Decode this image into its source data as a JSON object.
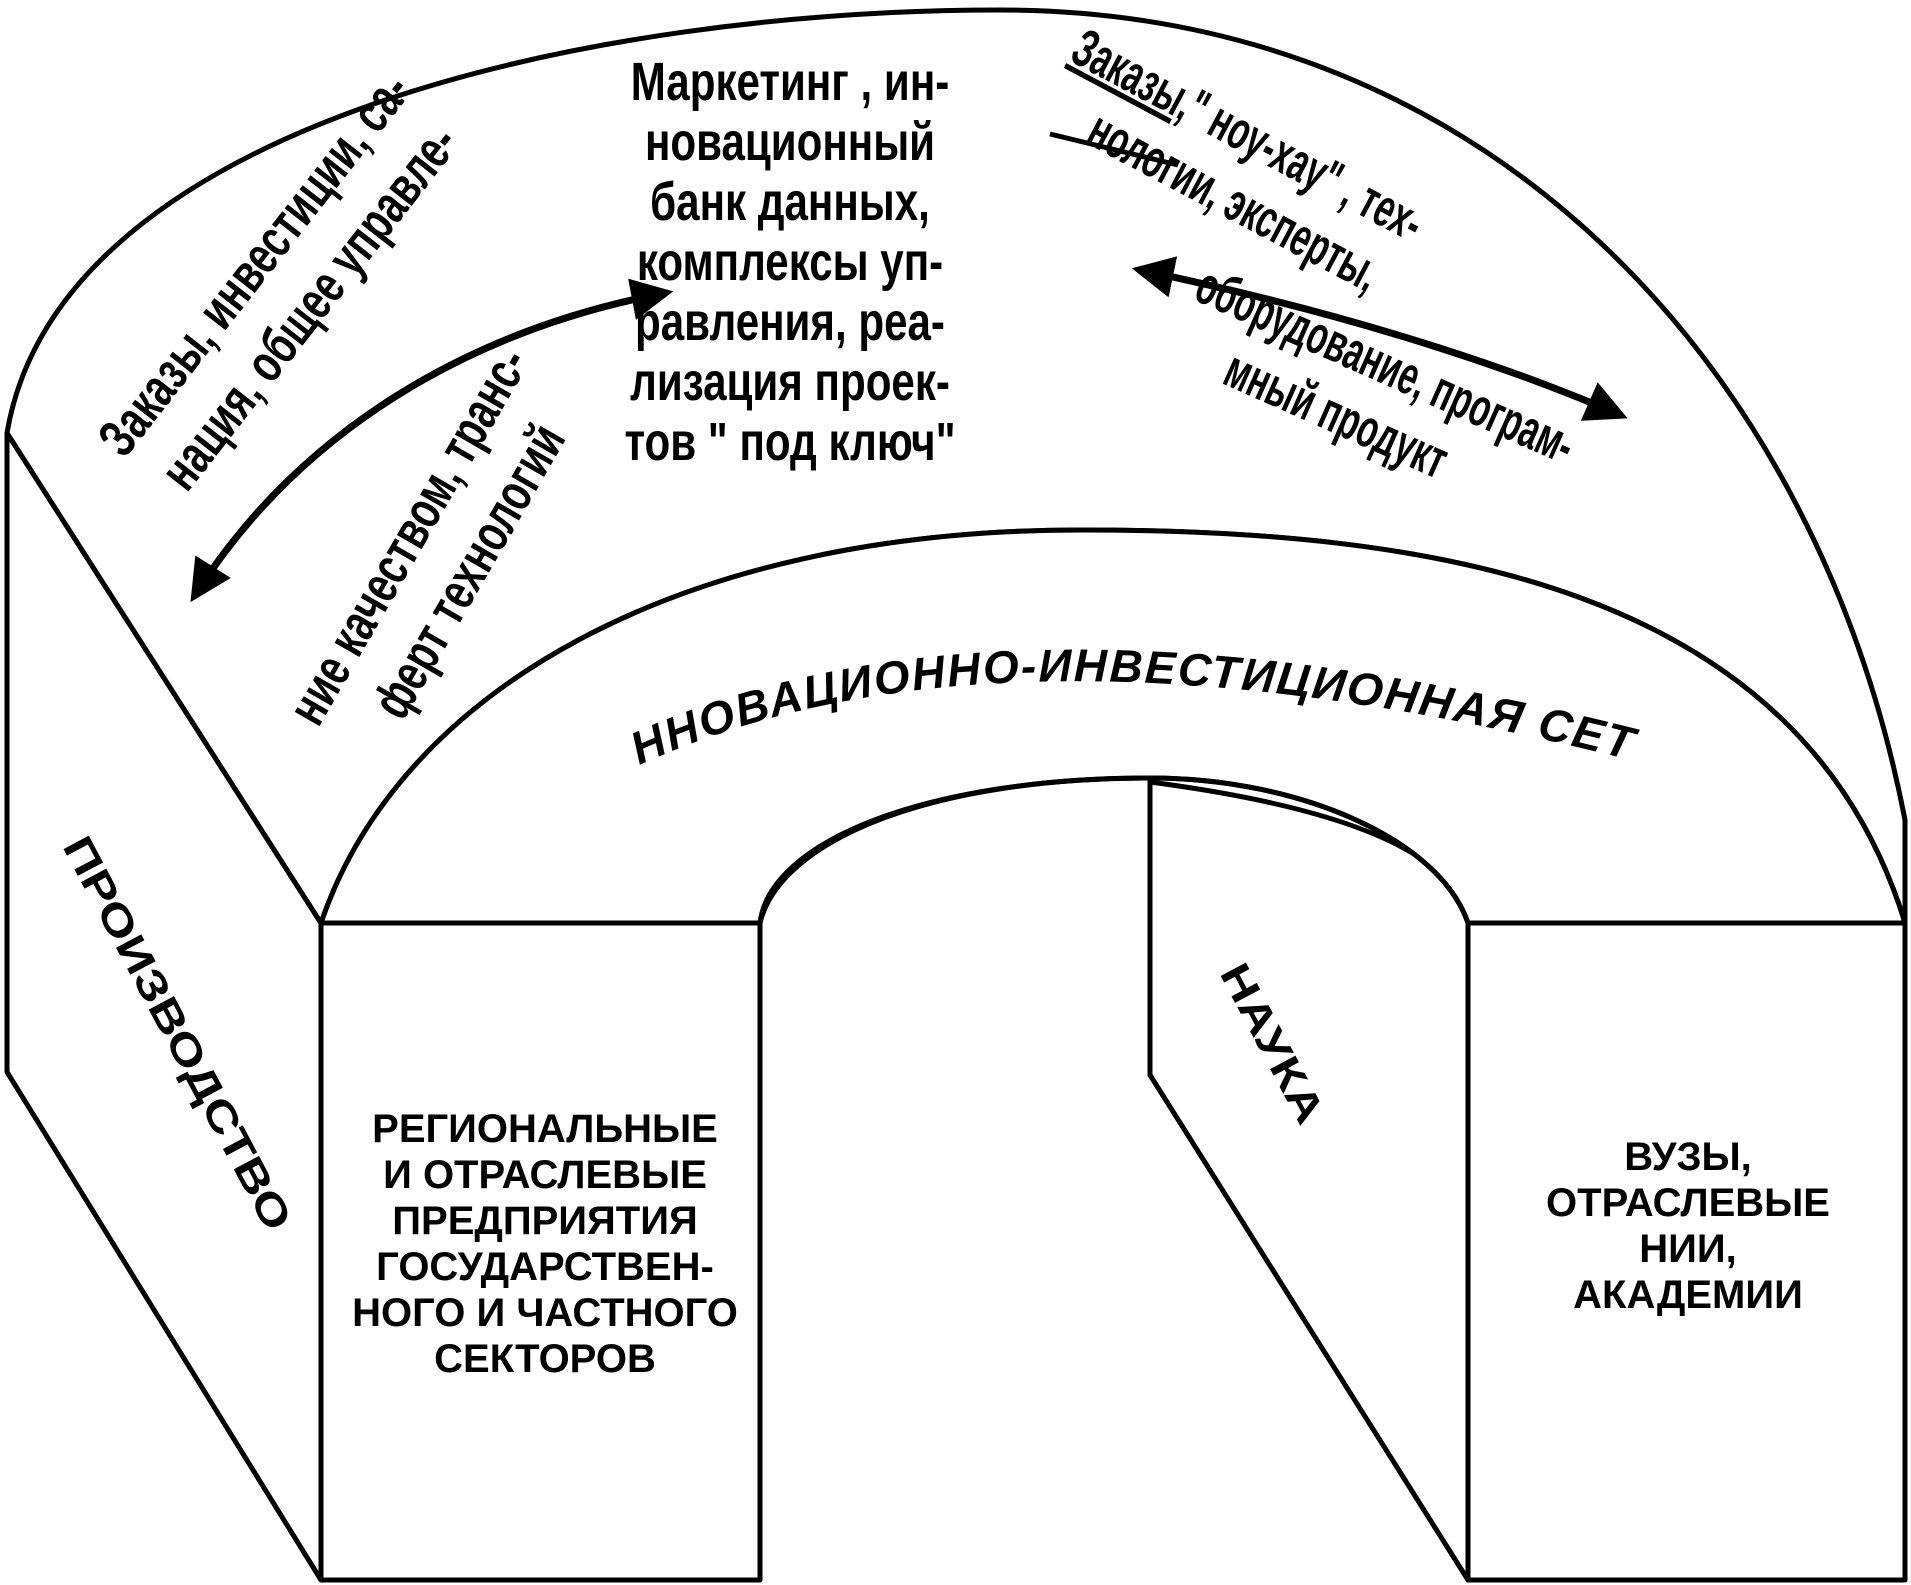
{
  "diagram": {
    "center_text": [
      "Маркетинг , ин-",
      "новационный",
      "банк данных,",
      "комплексы уп-",
      "равления, реа-",
      "лизация проек-",
      "тов \" под ключ\""
    ],
    "left_upper": [
      "Заказы, инвестиции, са-",
      "нация, общее управле-"
    ],
    "left_lower": [
      "ние качеством, транс-",
      "ферт технологий"
    ],
    "right_upper": {
      "underlined": "Заказы,",
      "line1_rest": "\" ноу-хау\" , тех-",
      "line2": "нологии, эксперты,"
    },
    "right_lower": [
      "оборудование, програм-",
      "мный продукт"
    ],
    "arch_label": "ИННОВАЦИОННО-ИНВЕСТИЦИОННАЯ СЕТЬ",
    "left_side_label": "ПРОИЗВОДСТВО",
    "right_side_label": "НАУКА",
    "left_front": [
      "РЕГИОНАЛЬНЫЕ",
      "И ОТРАСЛЕВЫЕ",
      "ПРЕДПРИЯТИЯ",
      "ГОСУДАРСТВЕН-",
      "НОГО И ЧАСТНОГО",
      "СЕКТОРОВ"
    ],
    "right_front": [
      "ВУЗЫ,",
      "ОТРАСЛЕВЫЕ",
      "НИИ,",
      "АКАДЕМИИ"
    ],
    "colors": {
      "stroke": "#000000",
      "fill": "#ffffff"
    }
  }
}
